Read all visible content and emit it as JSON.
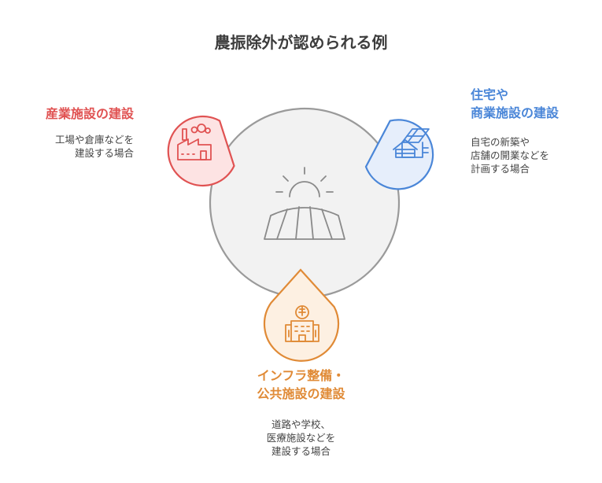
{
  "title": "農振除外が認められる例",
  "colors": {
    "industrial": "#e05252",
    "industrial_fill": "#fde3e3",
    "residential": "#4a86d8",
    "residential_fill": "#e6eefb",
    "infrastructure": "#e08a36",
    "infrastructure_fill": "#fdf0e2",
    "center_fill": "#f2f2f2",
    "center_stroke": "#9a9a9a"
  },
  "center": {
    "icon": "farmland-sunrise-icon"
  },
  "items": [
    {
      "id": "industrial",
      "icon": "factory-icon",
      "heading_lines": [
        "産業施設の建設"
      ],
      "desc_lines": [
        "工場や倉庫などを",
        "建設する場合"
      ]
    },
    {
      "id": "residential",
      "icon": "house-solar-icon",
      "heading_lines": [
        "住宅や",
        "商業施設の建設"
      ],
      "desc_lines": [
        "自宅の新築や",
        "店舗の開業などを",
        "計画する場合"
      ]
    },
    {
      "id": "infrastructure",
      "icon": "hospital-icon",
      "heading_lines": [
        "インフラ整備・",
        "公共施設の建設"
      ],
      "desc_lines": [
        "道路や学校、",
        "医療施設などを",
        "建設する場合"
      ]
    }
  ]
}
